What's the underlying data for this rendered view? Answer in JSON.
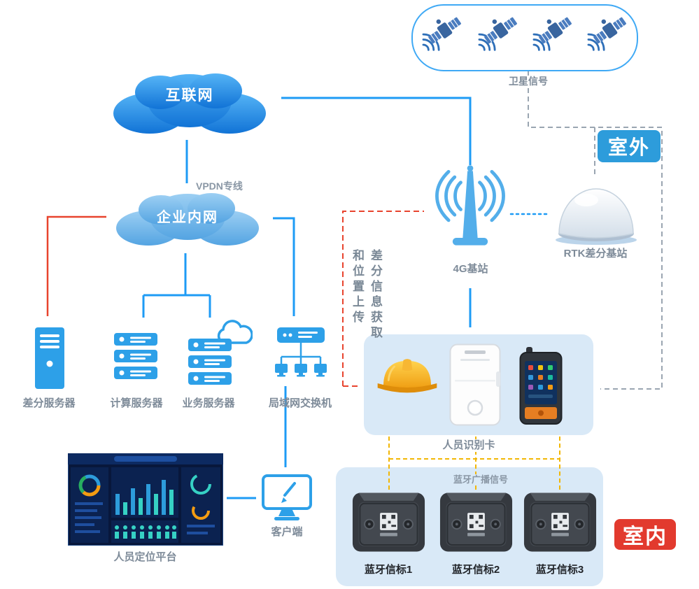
{
  "badges": {
    "outdoor": "室外",
    "indoor": "室内"
  },
  "clouds": {
    "internet": "互联网",
    "intranet": "企业内网"
  },
  "labels": {
    "satellite_signal": "卫星信号",
    "vpdn_line": "VPDN专线",
    "base_station_4g": "4G基站",
    "rtk_station": "RTK差分基站",
    "diff_server": "差分服务器",
    "compute_server": "计算服务器",
    "business_server": "业务服务器",
    "lan_switch": "局域网交换机",
    "person_id_card": "人员识别卡",
    "positioning_platform": "人员定位平台",
    "client": "客户端",
    "bt_broadcast_signal": "蓝牙广播信号",
    "beacon_1": "蓝牙信标1",
    "beacon_2": "蓝牙信标2",
    "beacon_3": "蓝牙信标3"
  },
  "flow": {
    "right": "差分信息获取",
    "left": "和位置上传"
  },
  "colors": {
    "arrow_blue": "#1E9BF5",
    "arrow_red": "#E8442E",
    "dash_gray": "#9AA5B1",
    "dash_yellow": "#F2B705",
    "outdoor_bg": "#2D9CDB",
    "indoor_bg": "#E23A2E",
    "panel_bg": "#D9E9F7"
  }
}
